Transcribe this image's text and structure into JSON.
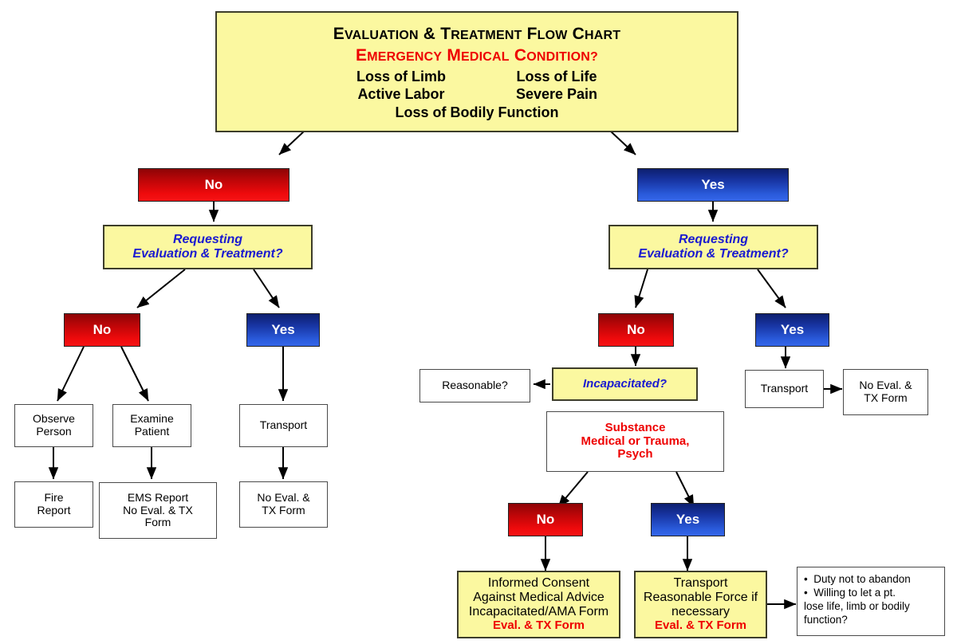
{
  "chart_data": {
    "type": "diagram",
    "title": "Evaluation & Treatment Flow Chart",
    "subtitle": "Emergency Medical Condition?"
  },
  "header": {
    "title": "Evaluation & Treatment Flow Chart",
    "subtitle": "Emergency Medical Condition?",
    "criteria_left": [
      "Loss of Limb",
      "Active Labor"
    ],
    "criteria_right": [
      "Loss of Life",
      "Severe Pain"
    ],
    "criteria_bottom": "Loss of Bodily Function"
  },
  "labels": {
    "no": "No",
    "yes": "Yes",
    "question_line1": "Requesting",
    "question_line2": "Evaluation & Treatment?",
    "incapacitated": "Incapacitated?",
    "reasonable": "Reasonable?"
  },
  "left_branch": {
    "decision": "No",
    "question_line1": "Requesting",
    "question_line2": "Evaluation & Treatment?",
    "no": "No",
    "yes": "Yes",
    "observe": {
      "line1": "Observe",
      "line2": "Person"
    },
    "examine": {
      "line1": "Examine",
      "line2": "Patient"
    },
    "transport": {
      "line1": "Transport"
    },
    "fire_report": {
      "line1": "Fire",
      "line2": "Report"
    },
    "ems_report": {
      "line1": "EMS Report",
      "line2": "No Eval. & TX",
      "line3": "Form"
    },
    "no_eval_form": {
      "line1": "No Eval. &",
      "line2": "TX Form"
    }
  },
  "right_branch": {
    "decision": "Yes",
    "question_line1": "Requesting",
    "question_line2": "Evaluation & Treatment?",
    "no": "No",
    "yes": "Yes",
    "incapacitated": "Incapacitated?",
    "reasonable": "Reasonable?",
    "substance": {
      "line1": "Substance",
      "line2": "Medical or Trauma,",
      "line3": "Psych"
    },
    "transport": {
      "line1": "Transport"
    },
    "no_eval_form": {
      "line1": "No Eval. &",
      "line2": "TX Form"
    },
    "sub_no": "No",
    "sub_yes": "Yes",
    "informed_consent": {
      "line1": "Informed Consent",
      "line2": "Against Medical Advice",
      "line3": "Incapacitated/AMA Form",
      "line4": "Eval. & TX Form"
    },
    "transport_force": {
      "line1": "Transport",
      "line2": "Reasonable Force if",
      "line3": "necessary",
      "line4": "Eval. & TX Form"
    },
    "note": {
      "bullet1": "Duty not to abandon",
      "bullet2": "Willing to let a pt.",
      "continuation1": "lose life, limb or bodily",
      "continuation2": "function?"
    }
  },
  "colors": {
    "yellow": "#fbf8a0",
    "red": "#ee0000",
    "blue": "#1a1ad0",
    "red_chip": "#c00608",
    "blue_chip": "#1733a0"
  }
}
